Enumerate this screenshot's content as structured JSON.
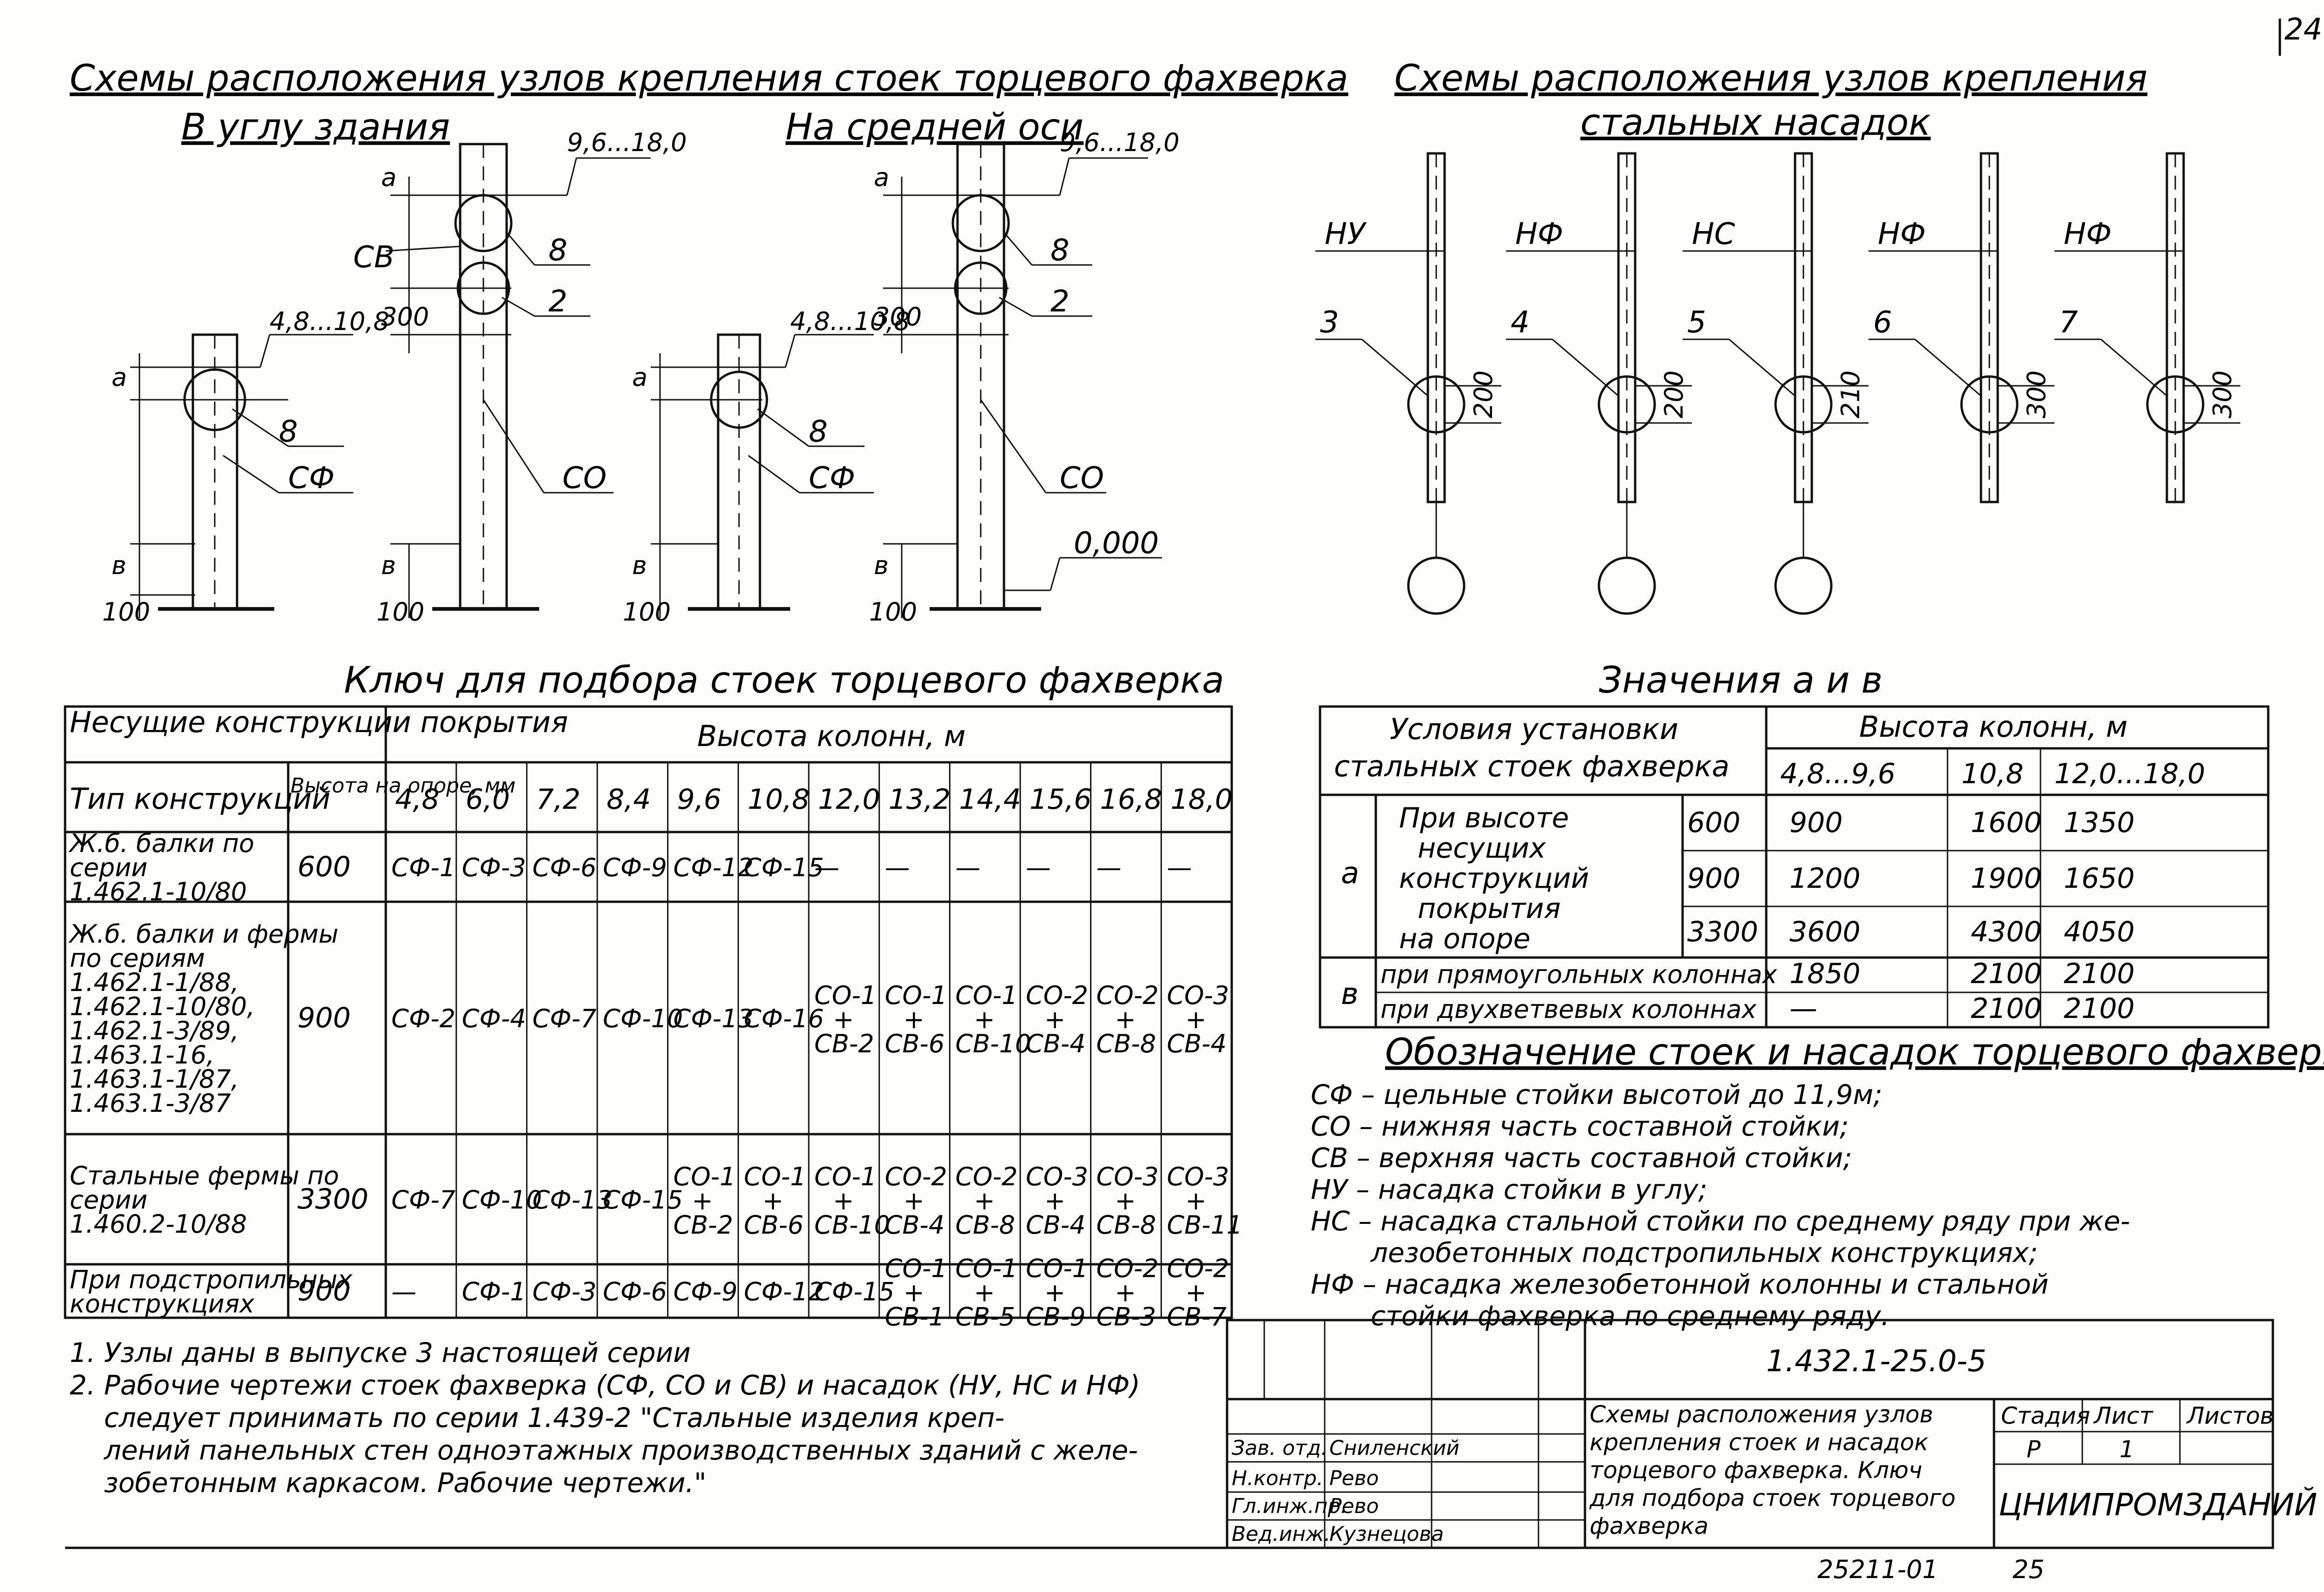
{
  "sheet_number": "24",
  "schemes_title": "Схемы расположения узлов крепления стоек торцевого фахверка",
  "corner_subtitle": "В углу здания",
  "middle_subtitle": "На средней оси",
  "caps_title_1": "Схемы расположения узлов крепления",
  "caps_title_2": "стальных насадок",
  "scheme_labels": {
    "range_high": "9,6...18,0",
    "range_low": "4,8...10,8",
    "a": "а",
    "b": "в",
    "dim300": "300",
    "dim100": "100",
    "cb": "СВ",
    "co": "СО",
    "cf": "СФ",
    "n8": "8",
    "n2": "2",
    "zero": "0,000"
  },
  "caps": [
    {
      "code": "НУ",
      "num": "3",
      "dim": "200"
    },
    {
      "code": "НФ",
      "num": "4",
      "dim": "200"
    },
    {
      "code": "НС",
      "num": "5",
      "dim": "210"
    },
    {
      "code": "НФ",
      "num": "6",
      "dim": "300"
    },
    {
      "code": "НФ",
      "num": "7",
      "dim": "300"
    }
  ],
  "key_title": "Ключ для подбора стоек торцевого фахверка",
  "key_table": {
    "head_structures": "Несущие конструкции покрытия",
    "head_type": "Тип конструкций",
    "head_support": "Высота на опоре, мм",
    "head_height": "Высота колонн, м",
    "heights": [
      "4,8",
      "6,0",
      "7,2",
      "8,4",
      "9,6",
      "10,8",
      "12,0",
      "13,2",
      "14,4",
      "15,6",
      "16,8",
      "18,0"
    ],
    "rows": [
      {
        "type": "Ж.б. балки по серии 1.462.1-10/80",
        "support": "600",
        "cells": [
          "СФ-1",
          "СФ-3",
          "СФ-6",
          "СФ-9",
          "СФ-12",
          "СФ-15",
          "—",
          "—",
          "—",
          "—",
          "—",
          "—"
        ]
      },
      {
        "type": "Ж.б. балки и фермы по сериям 1.462.1-1/88, 1.462.1-10/80, 1.462.1-3/89, 1.463.1-16, 1.463.1-1/87, 1.463.1-3/87",
        "support": "900",
        "cells": [
          "СФ-2",
          "СФ-4",
          "СФ-7",
          "СФ-10",
          "СФ-13",
          "СФ-16",
          "СО-1 + СВ-2",
          "СО-1 + СВ-6",
          "СО-1 + СВ-10",
          "СО-2 + СВ-4",
          "СО-2 + СВ-8",
          "СО-3 + СВ-4"
        ]
      },
      {
        "type": "Стальные фермы по серии 1.460.2-10/88",
        "support": "3300",
        "cells": [
          "СФ-7",
          "СФ-10",
          "СФ-13",
          "СФ-15",
          "СО-1 + СВ-2",
          "СО-1 + СВ-6",
          "СО-1 + СВ-10",
          "СО-2 + СВ-4",
          "СО-2 + СВ-8",
          "СО-3 + СВ-4",
          "СО-3 + СВ-8",
          "СО-3 + СВ-11"
        ]
      },
      {
        "type": "При подстропильных конструкциях",
        "support": "900",
        "cells": [
          "—",
          "СФ-1",
          "СФ-3",
          "СФ-6",
          "СФ-9",
          "СФ-12",
          "СФ-15",
          "СО-1 + СВ-1",
          "СО-1 + СВ-5",
          "СО-1 + СВ-9",
          "СО-2 + СВ-3",
          "СО-2 + СВ-7"
        ]
      }
    ]
  },
  "values_title": "Значения а и в",
  "values_table": {
    "head_cond": "Условия установки стальных стоек фахверка",
    "head_height": "Высота колонн, м",
    "cols": [
      "4,8...9,6",
      "10,8",
      "12,0...18,0"
    ],
    "a_label": "а",
    "a_desc": "При высоте несущих конструкций покрытия на опоре",
    "a_rows": [
      {
        "support": "600",
        "v": [
          "900",
          "1600",
          "1350"
        ]
      },
      {
        "support": "900",
        "v": [
          "1200",
          "1900",
          "1650"
        ]
      },
      {
        "support": "3300",
        "v": [
          "3600",
          "4300",
          "4050"
        ]
      }
    ],
    "b_label": "в",
    "b_rows": [
      {
        "cond": "при прямоугольных колоннах",
        "v": [
          "1850",
          "2100",
          "2100"
        ]
      },
      {
        "cond": "при двухветвевых колоннах",
        "v": [
          "—",
          "2100",
          "2100"
        ]
      }
    ]
  },
  "legend_title": "Обозначение стоек и насадок торцевого фахверка",
  "legend": [
    "СФ – цельные стойки высотой до 11,9м;",
    "СО – нижняя часть составной стойки;",
    "СВ – верхняя часть составной стойки;",
    "НУ – насадка стойки в углу;",
    "НС – насадка стальной стойки по среднему ряду при же-",
    "       лезобетонных подстропильных конструкциях;",
    "НФ – насадка железобетонной колонны и стальной",
    "       стойки фахверка по среднему ряду."
  ],
  "notes": [
    "1. Узлы даны в выпуске 3 настоящей серии",
    "2. Рабочие чертежи стоек фахверка (СФ, СО и СВ) и насадок (НУ, НС и НФ)",
    "    следует принимать по серии 1.439-2 \"Стальные изделия креп-",
    "    лений панельных стен одноэтажных производственных зданий с желе-",
    "    зобетонным каркасом. Рабочие чертежи.\""
  ],
  "stamp": {
    "code": "1.432.1-25.0-5",
    "desc": [
      "Схемы расположения узлов",
      "крепления стоек и насадок",
      "торцевого фахверка. Ключ",
      "для подбора стоек торцевого",
      "фахверка"
    ],
    "h_stage": "Стадия",
    "h_sheet": "Лист",
    "h_sheets": "Листов",
    "stage": "Р",
    "sheet": "1",
    "org": "ЦНИИПРОМЗДАНИЙ",
    "people": [
      {
        "role": "Зав. отд.",
        "name": "Сниленский"
      },
      {
        "role": "Н.контр.",
        "name": "Рево"
      },
      {
        "role": "Гл.инж.пр.",
        "name": "Рево"
      },
      {
        "role": "Вед.инж.",
        "name": "Кузнецова"
      }
    ]
  },
  "footer_left": "25211-01",
  "footer_right": "25"
}
